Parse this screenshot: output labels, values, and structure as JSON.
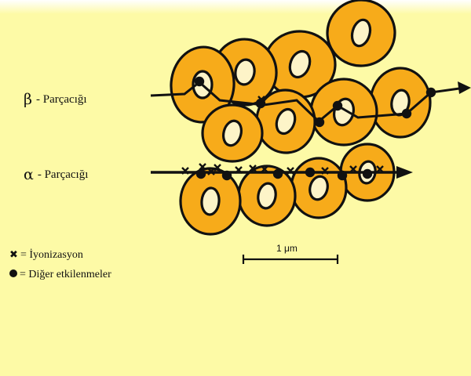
{
  "labels": {
    "beta_symbol": "β",
    "beta_text": "- Parçacığı",
    "alpha_symbol": "α",
    "alpha_text": "- Parçacığı"
  },
  "scale_bar": {
    "label": "1 μm"
  },
  "legend": {
    "ionization_symbol": "✖",
    "ionization_text": "= İyonizasyon",
    "other_text": "= Diğer etkilenmeler"
  },
  "colors": {
    "background": "#fdfaa6",
    "cell_fill": "#f7ab1a",
    "nucleus_fill": "#fdf4c8",
    "outline": "#111111"
  },
  "icons": {
    "ionization": "cross-mark-icon",
    "other_effect": "black-dot-icon"
  }
}
